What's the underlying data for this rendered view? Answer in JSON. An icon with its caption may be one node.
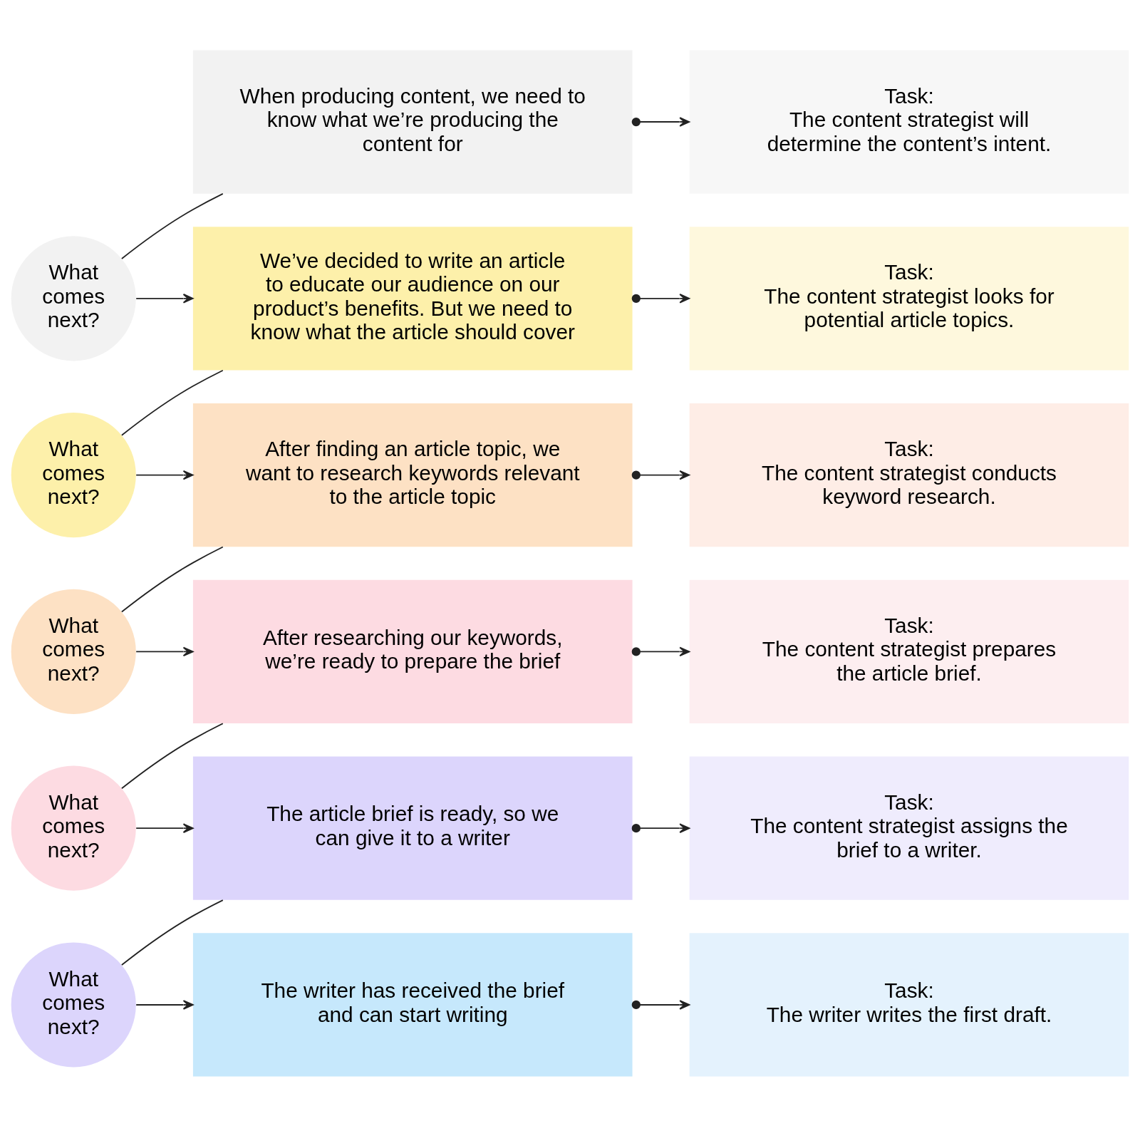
{
  "diagram": {
    "nodes": [
      {
        "text": [
          "When producing content, we need to know what we’re producing the content for"
        ]
      },
      {
        "text": [
          "Task:",
          "The content strategist will determine the content’s intent."
        ]
      },
      {
        "text": [
          "What comes next?"
        ]
      },
      {
        "text": [
          "We’ve decided to write an article to educate our audience on our product’s benefits. But we need to know what the article should cover"
        ]
      },
      {
        "text": [
          "Task:",
          "The content strategist looks for potential article topics."
        ]
      },
      {
        "text": [
          "What comes next?"
        ]
      },
      {
        "text": [
          "After finding an article topic, we want to research keywords relevant to the article topic"
        ]
      },
      {
        "text": [
          "Task:",
          "The content strategist conducts keyword research."
        ]
      },
      {
        "text": [
          "What comes next?"
        ]
      },
      {
        "text": [
          "After researching our keywords, we’re ready to prepare the brief"
        ]
      },
      {
        "text": [
          "Task:",
          "The content strategist prepares the article brief."
        ]
      },
      {
        "text": [
          "What comes next?"
        ]
      },
      {
        "text": [
          "The article brief is ready, so we can give it to a writer"
        ]
      },
      {
        "text": [
          "Task:",
          "The content strategist assigns the brief to a writer."
        ]
      },
      {
        "text": [
          "What comes next?"
        ]
      },
      {
        "text": [
          "The writer has received the brief and can start writing"
        ]
      },
      {
        "text": [
          "Task:",
          "The writer writes the first draft."
        ]
      }
    ],
    "edges": [
      {
        "from": 0,
        "to": 1,
        "arrow": "to"
      },
      {
        "from": 2,
        "to": 0,
        "arrow": "none"
      },
      {
        "from": 2,
        "to": 3,
        "arrow": "to"
      },
      {
        "from": 3,
        "to": 4,
        "arrow": "to"
      },
      {
        "from": 5,
        "to": 3,
        "arrow": "none"
      },
      {
        "from": 5,
        "to": 6,
        "arrow": "to"
      },
      {
        "from": 6,
        "to": 7,
        "arrow": "to"
      },
      {
        "from": 8,
        "to": 6,
        "arrow": "none"
      },
      {
        "from": 8,
        "to": 9,
        "arrow": "to"
      },
      {
        "from": 9,
        "to": 10,
        "arrow": "to"
      },
      {
        "from": 11,
        "to": 9,
        "arrow": "none"
      },
      {
        "from": 11,
        "to": 12,
        "arrow": "to"
      },
      {
        "from": 12,
        "to": 13,
        "arrow": "to"
      },
      {
        "from": 14,
        "to": 12,
        "arrow": "none"
      },
      {
        "from": 14,
        "to": 15,
        "arrow": "to"
      },
      {
        "from": 15,
        "to": 16,
        "arrow": "to"
      }
    ]
  }
}
